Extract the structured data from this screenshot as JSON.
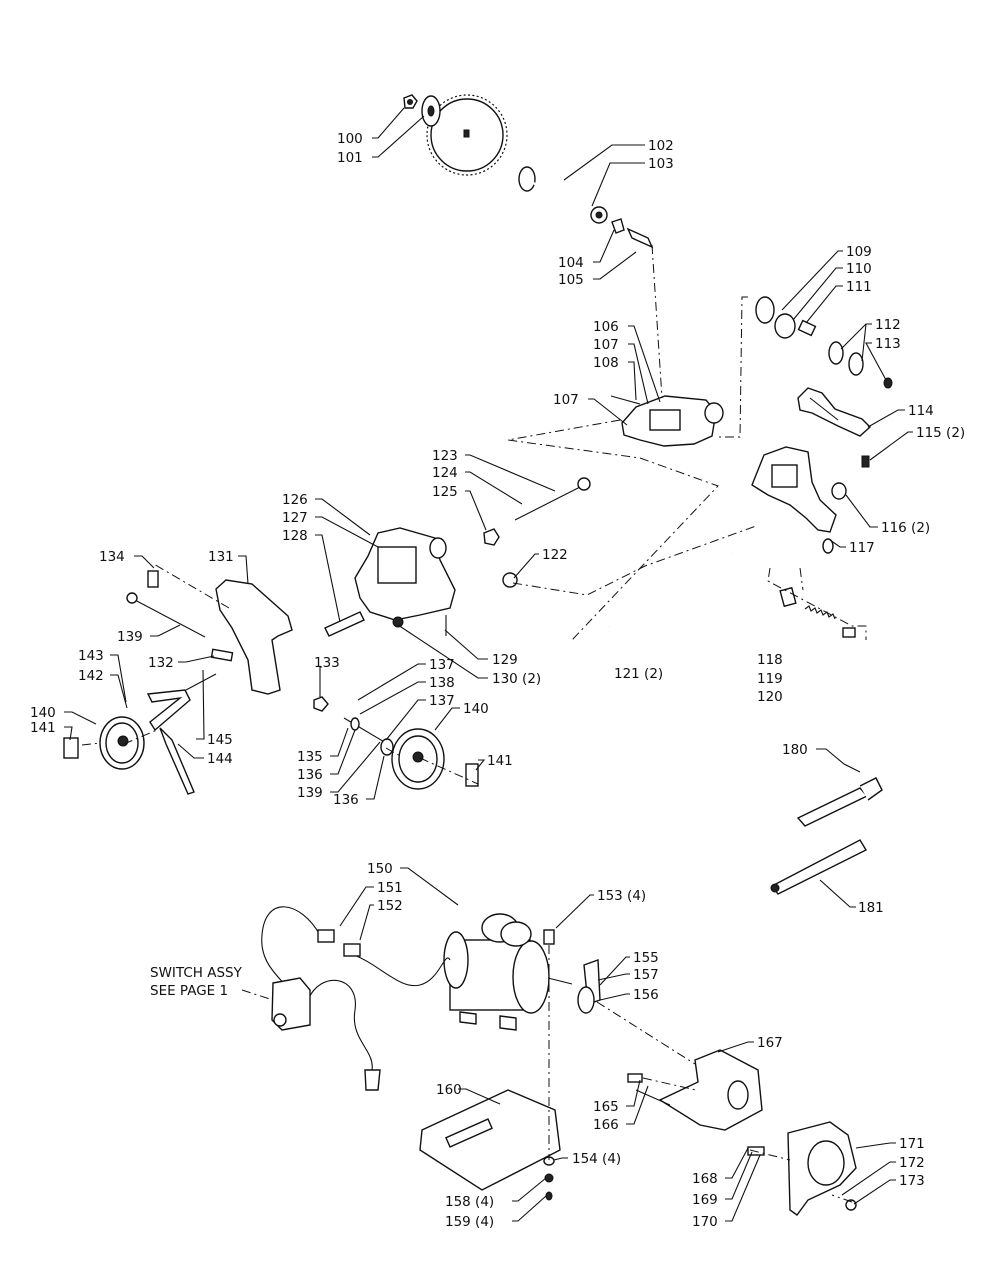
{
  "labels": {
    "p100": "100",
    "p101": "101",
    "p102": "102",
    "p103": "103",
    "p104": "104",
    "p105": "105",
    "p106": "106",
    "p107a": "107",
    "p108": "108",
    "p107b": "107",
    "p109": "109",
    "p110": "110",
    "p111": "111",
    "p112": "112",
    "p113": "113",
    "p114": "114",
    "p115": "115 (2)",
    "p116": "116 (2)",
    "p117": "117",
    "p118": "118",
    "p119": "119",
    "p120": "120",
    "p121": "121 (2)",
    "p122": "122",
    "p123": "123",
    "p124": "124",
    "p125": "125",
    "p126": "126",
    "p127": "127",
    "p128": "128",
    "p129": "129",
    "p130": "130 (2)",
    "p131": "131",
    "p132": "132",
    "p133": "133",
    "p134": "134",
    "p135": "135",
    "p136a": "136",
    "p136b": "136",
    "p137a": "137",
    "p138": "138",
    "p137b": "137",
    "p139a": "139",
    "p139b": "139",
    "p140a": "140",
    "p140b": "140",
    "p141a": "141",
    "p141b": "141",
    "p142": "142",
    "p143": "143",
    "p144": "144",
    "p145": "145",
    "p150": "150",
    "p151": "151",
    "p152": "152",
    "p153": "153 (4)",
    "p154": "154 (4)",
    "p155": "155",
    "p156": "156",
    "p157": "157",
    "p158": "158 (4)",
    "p159": "159 (4)",
    "p160": "160",
    "p165": "165",
    "p166": "166",
    "p167": "167",
    "p168": "168",
    "p169": "169",
    "p170": "170",
    "p171": "171",
    "p172": "172",
    "p173": "173",
    "p180": "180",
    "p181": "181",
    "switch1": "SWITCH ASSY",
    "switch2": "SEE PAGE 1"
  }
}
